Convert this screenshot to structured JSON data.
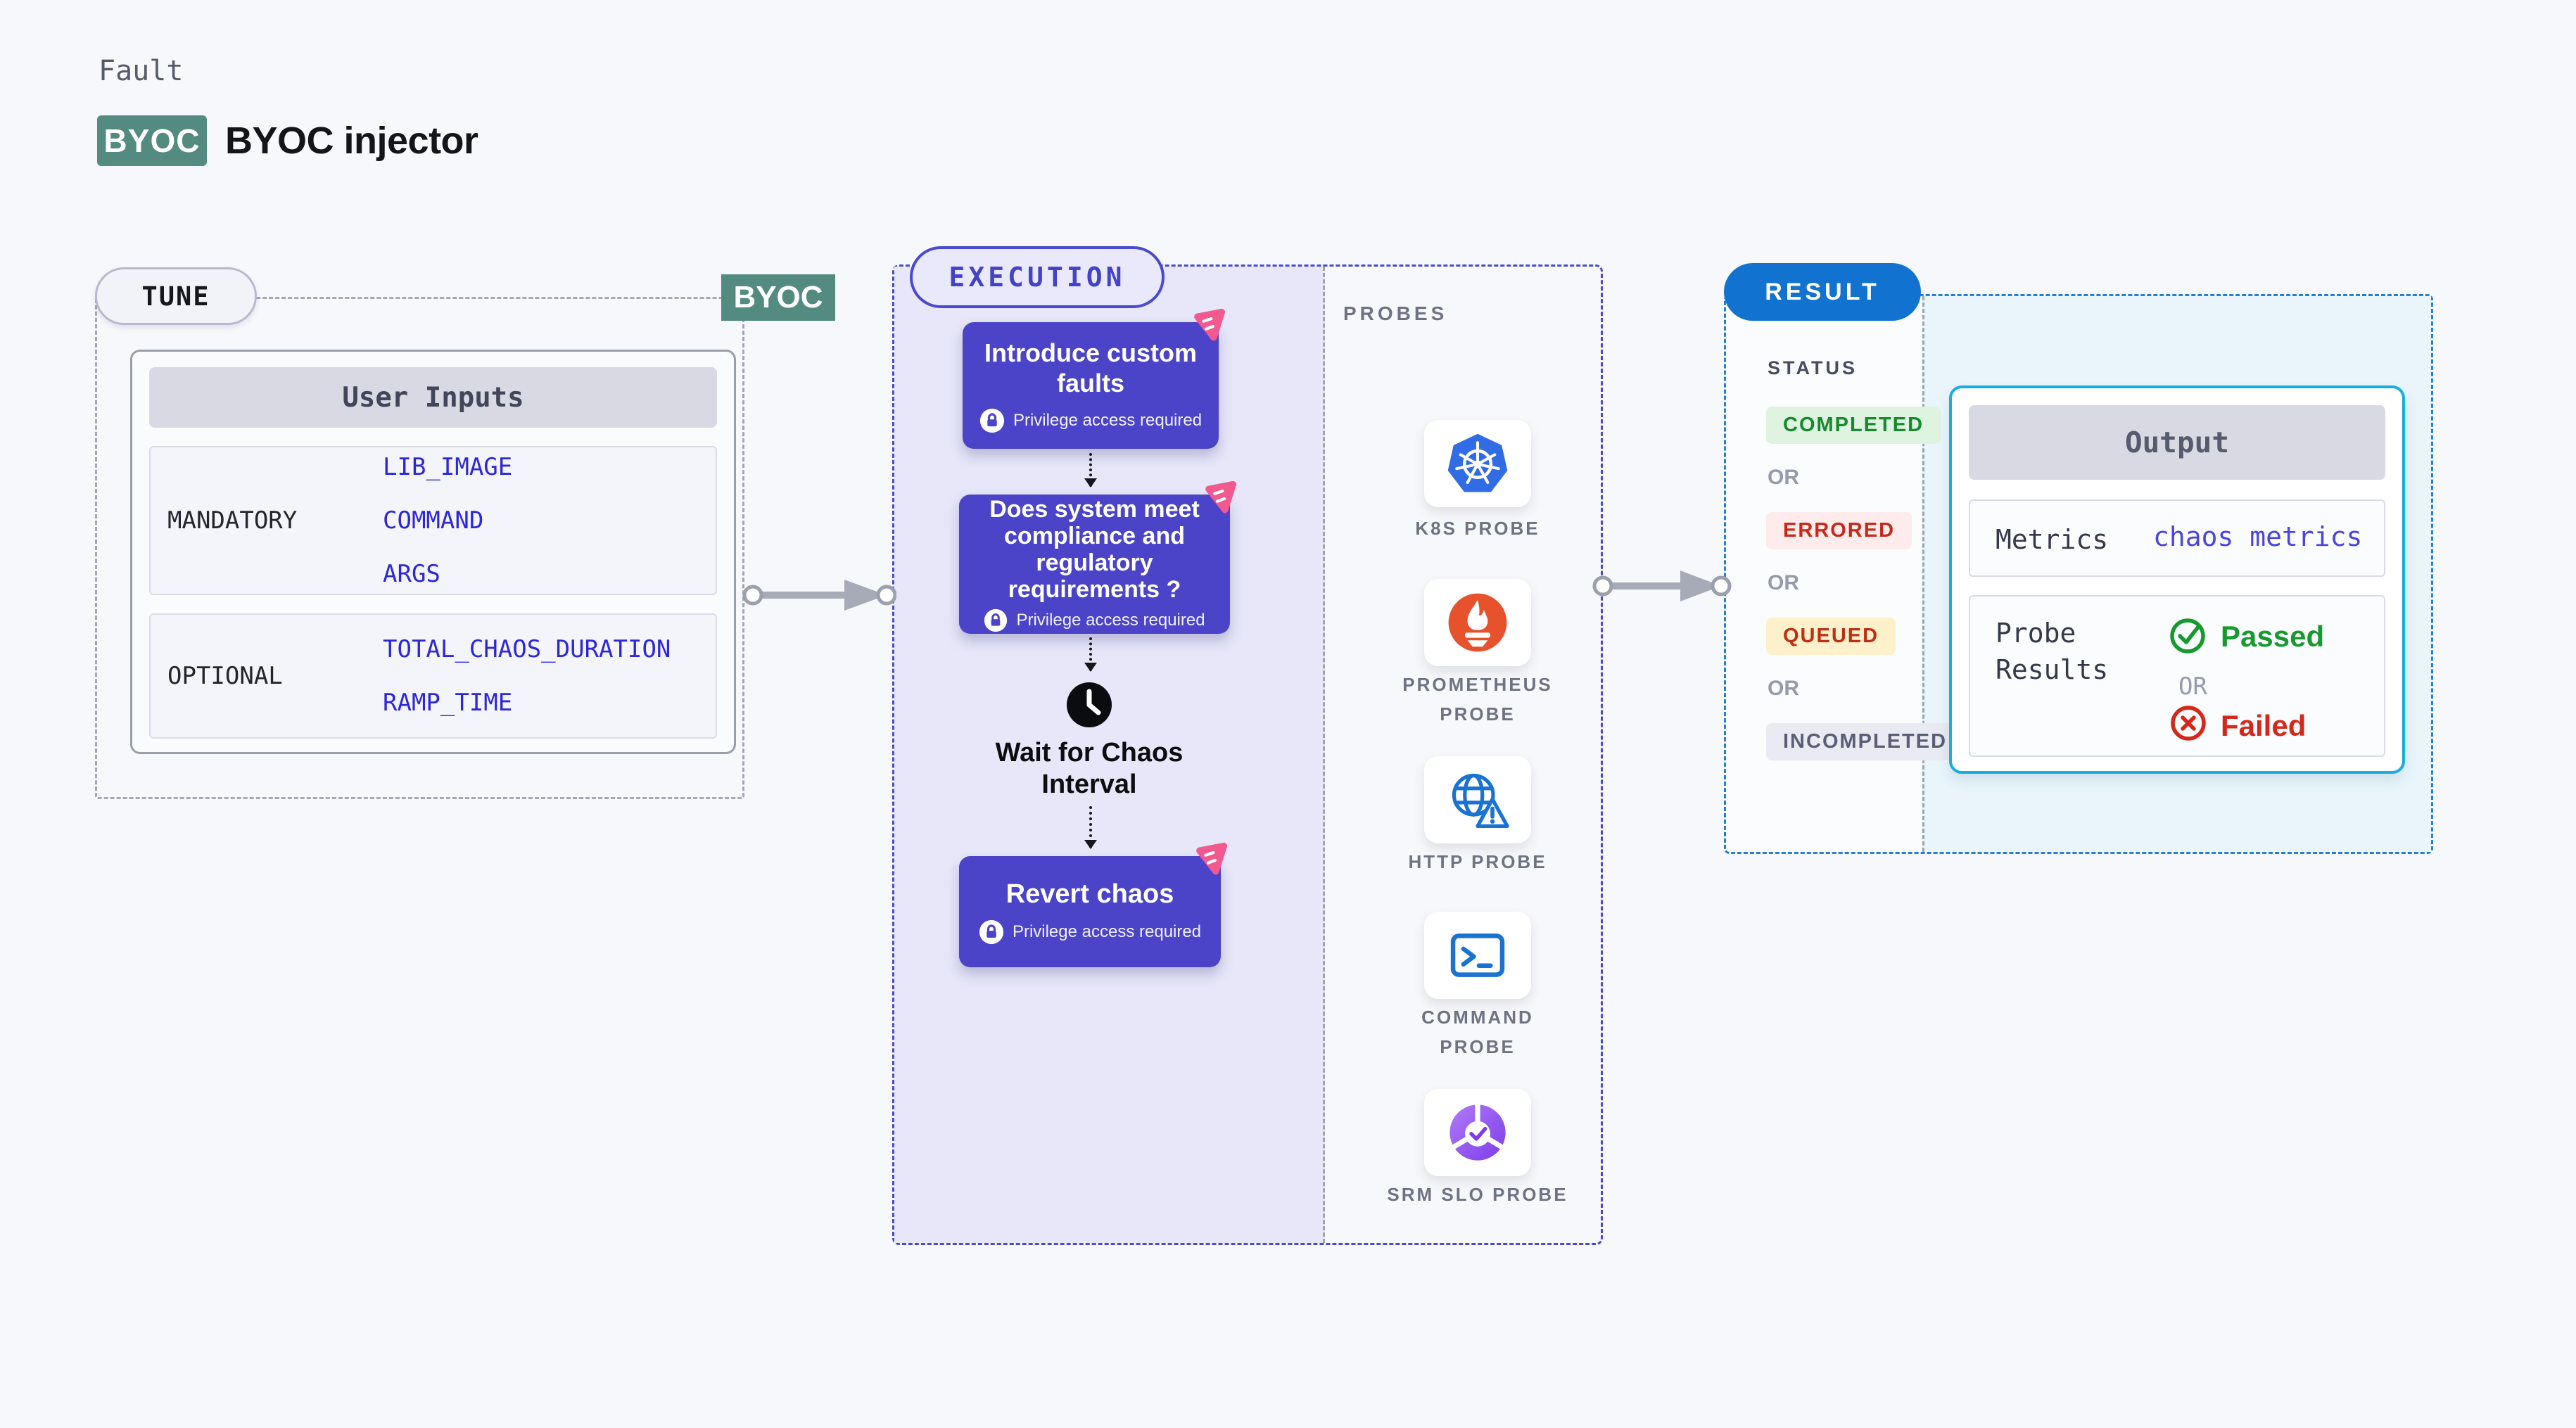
{
  "header": {
    "eyebrow": "Fault",
    "badge": "BYOC",
    "title": "BYOC injector",
    "badge_color": "#538b81"
  },
  "tune": {
    "pill": "TUNE",
    "corner_badge": "BYOC",
    "table": {
      "header": "User Inputs",
      "mandatory": {
        "label": "MANDATORY",
        "values": [
          "LIB_IMAGE",
          "COMMAND",
          "ARGS"
        ]
      },
      "optional": {
        "label": "OPTIONAL",
        "values": [
          "TOTAL_CHAOS_DURATION",
          "RAMP_TIME"
        ]
      },
      "value_color": "#2d26db"
    }
  },
  "execution": {
    "pill": "EXECUTION",
    "privilege_note": "Privilege access required",
    "steps": [
      {
        "title": "Introduce custom faults"
      },
      {
        "title": "Does system meet compliance and regulatory requirements ?"
      }
    ],
    "wait_label": "Wait for Chaos Interval",
    "revert": {
      "title": "Revert chaos"
    },
    "step_color": "#4b43c8",
    "panel_color": "#e7e7f9"
  },
  "probes": {
    "label": "PROBES",
    "items": [
      {
        "label": "K8S PROBE",
        "icon": "kubernetes-icon",
        "color": "#326ce5"
      },
      {
        "label": "PROMETHEUS PROBE",
        "icon": "prometheus-icon",
        "color": "#e6522c"
      },
      {
        "label": "HTTP PROBE",
        "icon": "globe-alert-icon",
        "color": "#1a73d1"
      },
      {
        "label": "COMMAND PROBE",
        "icon": "terminal-icon",
        "color": "#1a73d1"
      },
      {
        "label": "SRM SLO PROBE",
        "icon": "slo-gauge-icon",
        "color": "#8b4df0"
      }
    ]
  },
  "result": {
    "pill": "RESULT",
    "status": {
      "title": "STATUS",
      "or": "OR",
      "badges": [
        {
          "label": "COMPLETED",
          "fg": "#168a2c",
          "bg": "#def3e0"
        },
        {
          "label": "ERRORED",
          "fg": "#c6291b",
          "bg": "#fdeceb"
        },
        {
          "label": "QUEUED",
          "fg": "#bf2f15",
          "bg": "#fcf1ca"
        },
        {
          "label": "INCOMPLETED",
          "fg": "#5a5f75",
          "bg": "#eaebf2"
        }
      ]
    },
    "output": {
      "header": "Output",
      "metrics_label": "Metrics",
      "metrics_value": "chaos metrics",
      "probe_results_label": "Probe Results",
      "passed": "Passed",
      "or": "OR",
      "failed": "Failed",
      "passed_color": "#169a2f",
      "failed_color": "#d6281a",
      "border_color": "#17aee0"
    }
  }
}
